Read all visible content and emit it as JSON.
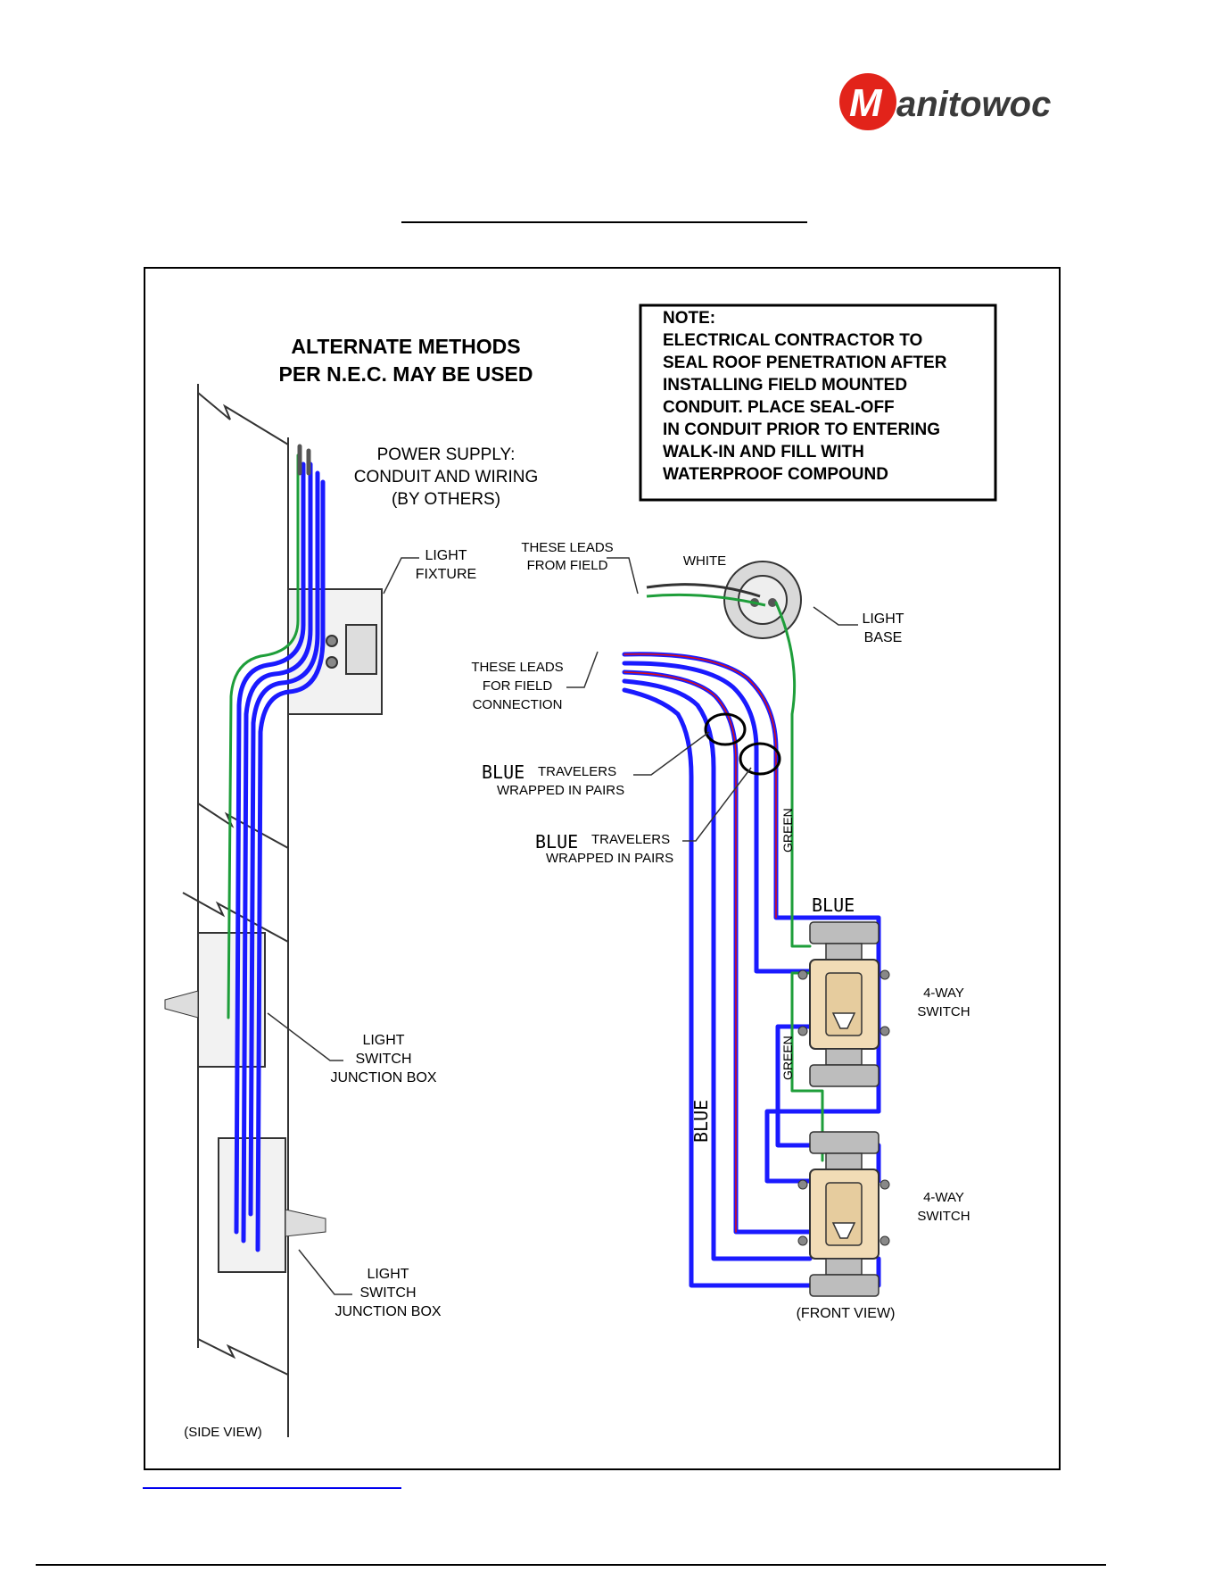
{
  "logo": {
    "text": "anitowoc",
    "initial": "M",
    "color": "#e2231a"
  },
  "diagram": {
    "heading_line1": "ALTERNATE METHODS",
    "heading_line2": "PER N.E.C. MAY BE USED",
    "note": [
      "NOTE:",
      "ELECTRICAL CONTRACTOR TO",
      "SEAL ROOF PENETRATION AFTER",
      "INSTALLING FIELD MOUNTED",
      "CONDUIT.  PLACE SEAL-OFF",
      "IN CONDUIT PRIOR TO ENTERING",
      "WALK-IN AND FILL WITH",
      "WATERPROOF COMPOUND"
    ],
    "power_supply": [
      "POWER SUPPLY:",
      "CONDUIT AND WIRING",
      "(BY OTHERS)"
    ],
    "light_fixture": [
      "LIGHT",
      "FIXTURE"
    ],
    "junction_box_1": [
      "LIGHT",
      "SWITCH",
      "JUNCTION BOX"
    ],
    "junction_box_2": [
      "LIGHT",
      "SWITCH",
      "JUNCTION BOX"
    ],
    "side_view": "(SIDE VIEW)",
    "leads_from_field": [
      "THESE LEADS",
      "FROM FIELD"
    ],
    "white": "WHITE",
    "light_base": [
      "LIGHT",
      "BASE"
    ],
    "leads_for_field": [
      "THESE LEADS",
      "FOR FIELD",
      "CONNECTION"
    ],
    "travelers_1": {
      "blue": "BLUE",
      "line1": "TRAVELERS",
      "line2": "WRAPPED IN PAIRS"
    },
    "travelers_2": {
      "blue": "BLUE",
      "line1": "TRAVELERS",
      "line2": "WRAPPED IN PAIRS"
    },
    "green_1": "GREEN",
    "green_2": "GREEN",
    "blue_top": "BLUE",
    "blue_vertical": "BLUE",
    "switch_1": [
      "4-WAY",
      "SWITCH"
    ],
    "switch_2": [
      "4-WAY",
      "SWITCH"
    ],
    "front_view": "(FRONT VIEW)"
  },
  "colors": {
    "blue_wire": "#1a1aff",
    "green_wire": "#1e9e3a",
    "red_wire": "#e01010",
    "switch_tan": "#f1dcb6"
  }
}
